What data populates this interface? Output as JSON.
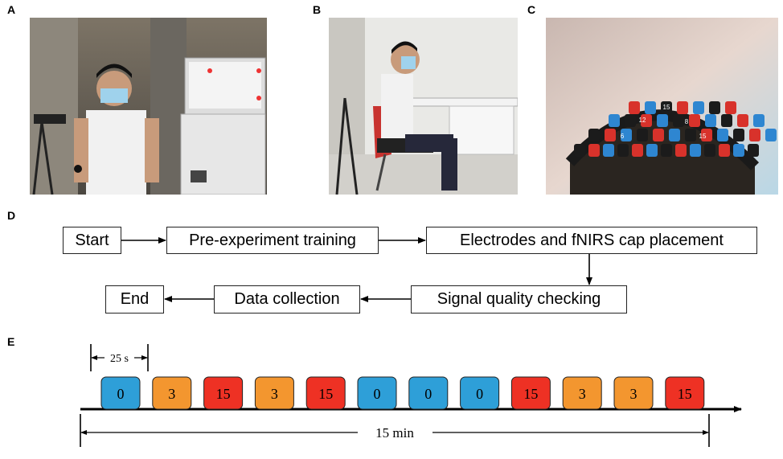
{
  "panels": {
    "a": "A",
    "b": "B",
    "c": "C",
    "d": "D",
    "e": "E"
  },
  "flow": {
    "start": "Start",
    "training": "Pre-experiment training",
    "placement": "Electrodes and fNIRS cap placement",
    "checking": "Signal quality checking",
    "collection": "Data collection",
    "end": "End"
  },
  "timeline": {
    "block_duration": "25 s",
    "total_duration": "15 min",
    "blocks": [
      "0",
      "3",
      "15",
      "3",
      "15",
      "0",
      "0",
      "0",
      "15",
      "3",
      "3",
      "15"
    ],
    "colors": {
      "0": "#2e9fd8",
      "3": "#f3962f",
      "15": "#ee3124"
    }
  },
  "photo_c_labels": [
    "15",
    "8",
    "15",
    "12",
    "6"
  ]
}
